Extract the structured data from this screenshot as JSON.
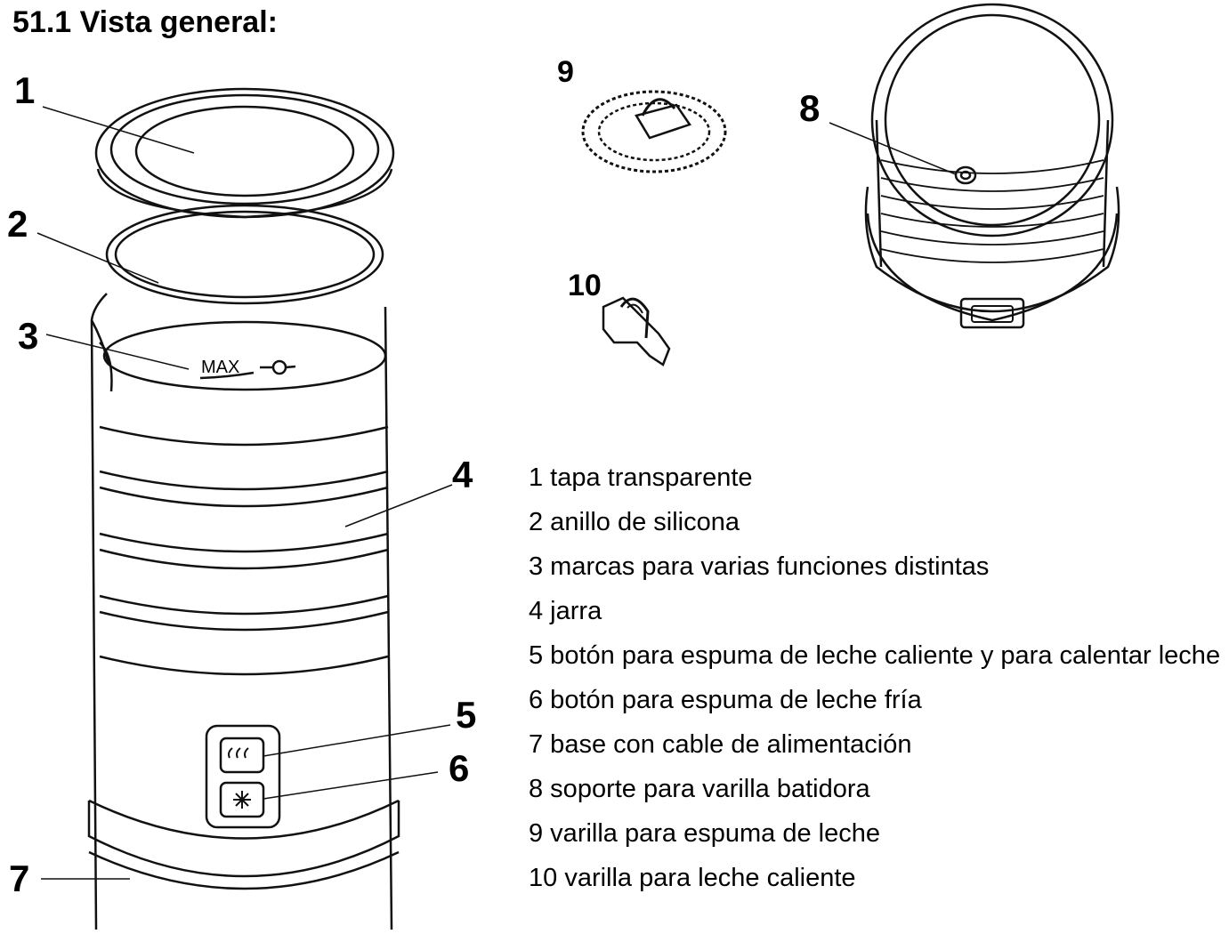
{
  "heading": "51.1  Vista general:",
  "callouts": {
    "c1": "1",
    "c2": "2",
    "c3": "3",
    "c4": "4",
    "c5": "5",
    "c6": "6",
    "c7": "7",
    "c8": "8",
    "c9": "9",
    "c10": "10"
  },
  "max_mark": "MAX",
  "legend": [
    "1 tapa transparente",
    "2 anillo de silicona",
    "3 marcas para varias funciones distintas",
    "4 jarra",
    "5 botón para espuma de leche caliente y para calentar leche",
    "6 botón para espuma de leche fría",
    "7 base con cable de alimentación",
    "8 soporte para varilla batidora",
    "9 varilla para espuma de leche",
    "10 varilla para leche caliente"
  ],
  "icons": [
    "lid-icon",
    "silicone-ring-icon",
    "jug-icon",
    "hot-milk-button-icon",
    "cold-froth-button-icon",
    "whisk-holder-icon",
    "whisk-spring-icon",
    "hot-milk-whisk-icon"
  ]
}
